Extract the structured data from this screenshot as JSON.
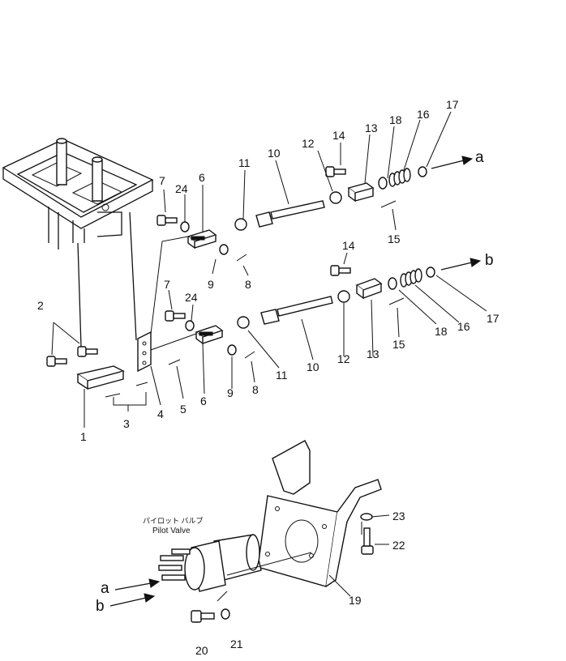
{
  "callouts": {
    "p1": "1",
    "p2": "2",
    "p3": "3",
    "p4": "4",
    "p5": "5",
    "p6a": "6",
    "p6b": "6",
    "p7a": "7",
    "p7b": "7",
    "p8a": "8",
    "p8b": "8",
    "p9a": "9",
    "p9b": "9",
    "p10a": "10",
    "p10b": "10",
    "p11a": "11",
    "p11b": "11",
    "p12a": "12",
    "p12b": "12",
    "p13a": "13",
    "p13b": "13",
    "p14a": "14",
    "p14b": "14",
    "p15a": "15",
    "p15b": "15",
    "p16a": "16",
    "p16b": "16",
    "p17a": "17",
    "p17b": "17",
    "p18a": "18",
    "p18b": "18",
    "p19": "19",
    "p20": "20",
    "p21": "21",
    "p22": "22",
    "p23": "23",
    "p24a": "24",
    "p24b": "24"
  },
  "connectors": {
    "a_top": "a",
    "b_top": "b",
    "a_bottom": "a",
    "b_bottom": "b"
  },
  "caption": {
    "japanese": "パイロット バルブ",
    "english": "Pilot Valve"
  }
}
